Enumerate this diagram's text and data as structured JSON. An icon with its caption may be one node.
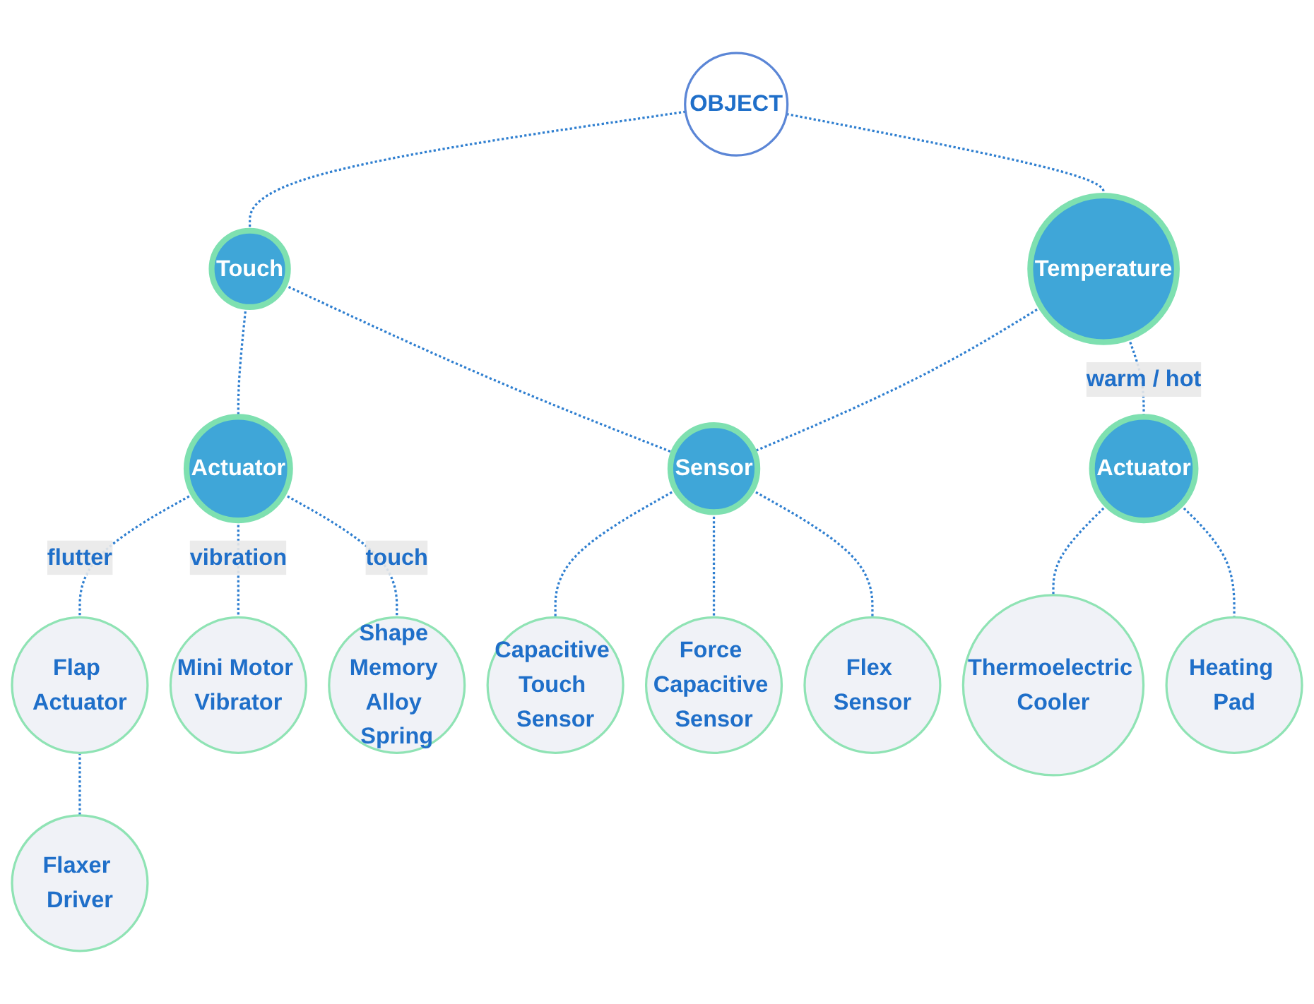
{
  "diagram": {
    "nodes": [
      {
        "text": [
          "OBJECT"
        ]
      },
      {
        "text": [
          "Touch"
        ]
      },
      {
        "text": [
          "Temperature"
        ]
      },
      {
        "text": [
          "Actuator"
        ]
      },
      {
        "text": [
          "Sensor"
        ]
      },
      {
        "text": [
          "Actuator"
        ]
      },
      {
        "text": [
          "Flap Actuator"
        ]
      },
      {
        "text": [
          "Mini Motor Vibrator"
        ]
      },
      {
        "text": [
          "Shape Memory Alloy Spring"
        ]
      },
      {
        "text": [
          "Capacitive Touch Sensor"
        ]
      },
      {
        "text": [
          "Force Capacitive Sensor"
        ]
      },
      {
        "text": [
          "Flex Sensor"
        ]
      },
      {
        "text": [
          "Thermoelectric Cooler"
        ]
      },
      {
        "text": [
          "Heating Pad"
        ]
      },
      {
        "text": [
          "Flaxer Driver"
        ]
      }
    ],
    "edges": [
      {
        "from": 0,
        "to": 1,
        "arrow": "none",
        "style": "dashed"
      },
      {
        "from": 0,
        "to": 2,
        "arrow": "none",
        "style": "dashed"
      },
      {
        "from": 1,
        "to": 3,
        "arrow": "none",
        "style": "dashed"
      },
      {
        "from": 1,
        "to": 4,
        "arrow": "none",
        "style": "dashed"
      },
      {
        "from": 2,
        "to": 4,
        "arrow": "none",
        "style": "dashed"
      },
      {
        "from": 2,
        "to": 5,
        "arrow": "none",
        "style": "dashed",
        "label": "warm / hot"
      },
      {
        "from": 3,
        "to": 6,
        "arrow": "none",
        "style": "dashed",
        "label": "flutter"
      },
      {
        "from": 3,
        "to": 7,
        "arrow": "none",
        "style": "dashed",
        "label": "vibration"
      },
      {
        "from": 3,
        "to": 8,
        "arrow": "none",
        "style": "dashed",
        "label": "touch"
      },
      {
        "from": 4,
        "to": 9,
        "arrow": "none",
        "style": "dashed"
      },
      {
        "from": 4,
        "to": 10,
        "arrow": "none",
        "style": "dashed"
      },
      {
        "from": 4,
        "to": 11,
        "arrow": "none",
        "style": "dashed"
      },
      {
        "from": 5,
        "to": 12,
        "arrow": "none",
        "style": "dashed"
      },
      {
        "from": 5,
        "to": 13,
        "arrow": "none",
        "style": "dashed"
      },
      {
        "from": 6,
        "to": 14,
        "arrow": "none",
        "style": "dashed"
      }
    ]
  }
}
